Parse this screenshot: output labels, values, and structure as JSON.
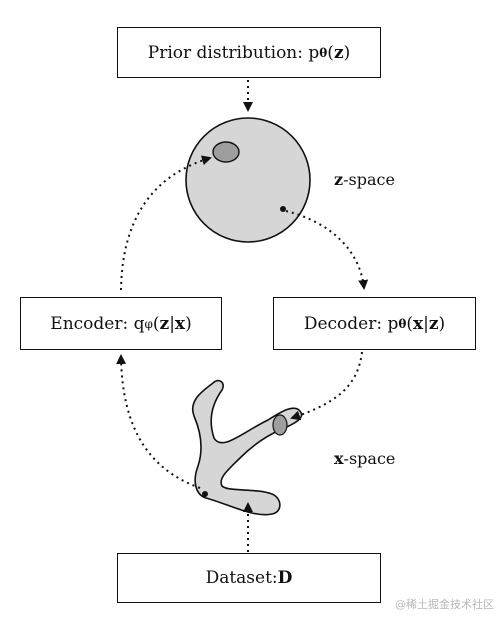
{
  "prior_box": {
    "prefix": "Prior distribution: p",
    "sub": "θ",
    "open": "(",
    "arg": "z",
    "close": ")"
  },
  "z_space_label": {
    "bold": "z",
    "rest": "-space"
  },
  "encoder_box": {
    "prefix": "Encoder: q",
    "sub": "φ",
    "open": "(",
    "a1": "z",
    "sep": "|",
    "a2": "x",
    "close": ")"
  },
  "decoder_box": {
    "prefix": "Decoder: p",
    "sub": "θ",
    "open": "(",
    "a1": "x",
    "sep": "|",
    "a2": "z",
    "close": ")"
  },
  "x_space_label": {
    "bold": "x",
    "rest": "-space"
  },
  "dataset_box": {
    "prefix": "Dataset: ",
    "bold": "D"
  },
  "watermark": "@稀土掘金技术社区",
  "colors": {
    "stroke": "#111111",
    "fill_space": "#d6d6d6",
    "fill_region": "#9e9e9e"
  }
}
